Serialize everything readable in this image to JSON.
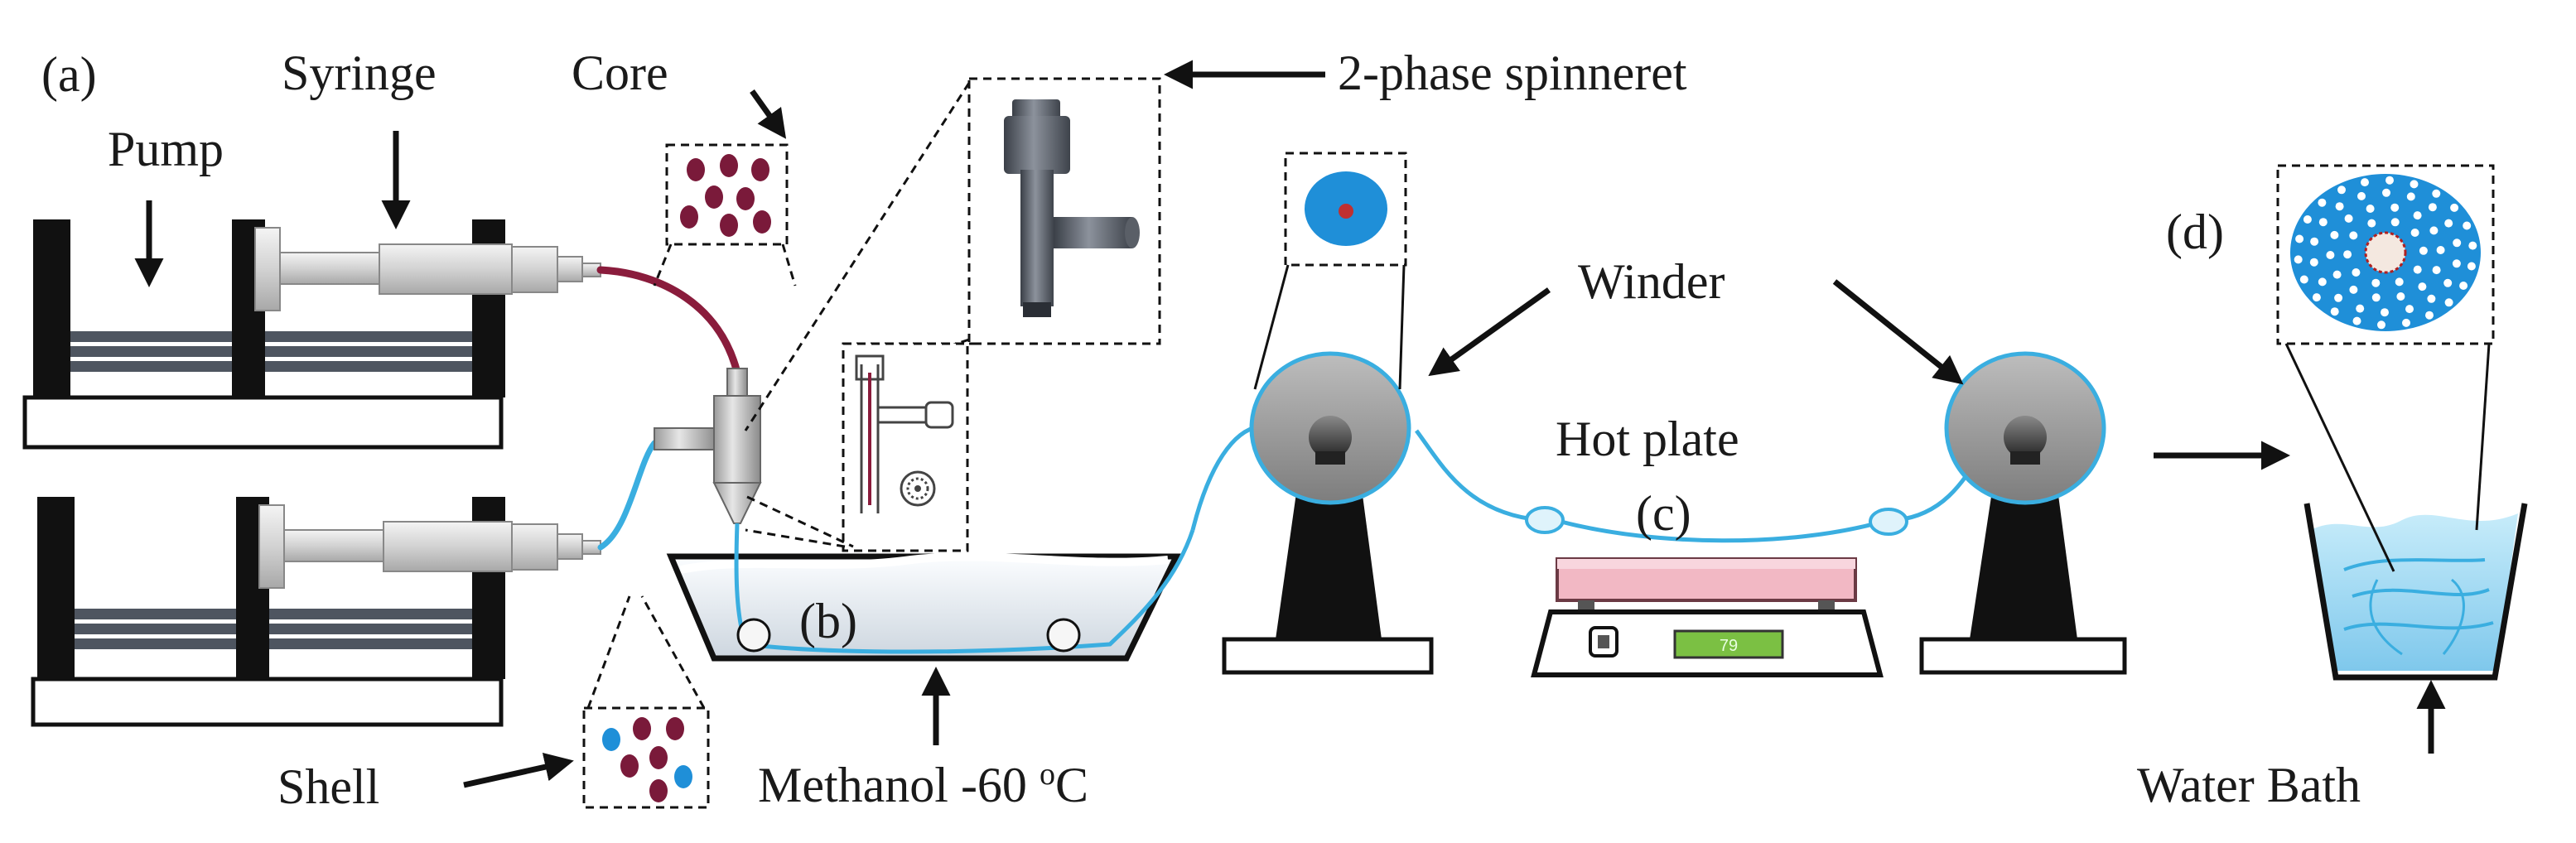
{
  "labels": {
    "panel_a": "(a)",
    "panel_b": "(b)",
    "panel_c": "(c)",
    "panel_d": "(d)",
    "pump": "Pump",
    "syringe": "Syringe",
    "core": "Core",
    "shell": "Shell",
    "spinneret": "2-phase spinneret",
    "winder": "Winder",
    "hot_plate": "Hot plate",
    "methanol_main": "Methanol -60 ",
    "methanol_sup": "o",
    "methanol_unit": "C",
    "water_bath": "Water Bath",
    "display_value": "79"
  },
  "colors": {
    "core_particle": "#7a1a3a",
    "shell_particle": "#1f8fd8",
    "core_tube": "#8a1c3c",
    "shell_tube": "#3aaee0",
    "fiber": "#3aaee0",
    "spool": "#9a9a9a",
    "winder_base": "#111111",
    "hot_plate_top": "#f2b8c4",
    "display": "#7bc043",
    "water": "#a8dcf2"
  }
}
